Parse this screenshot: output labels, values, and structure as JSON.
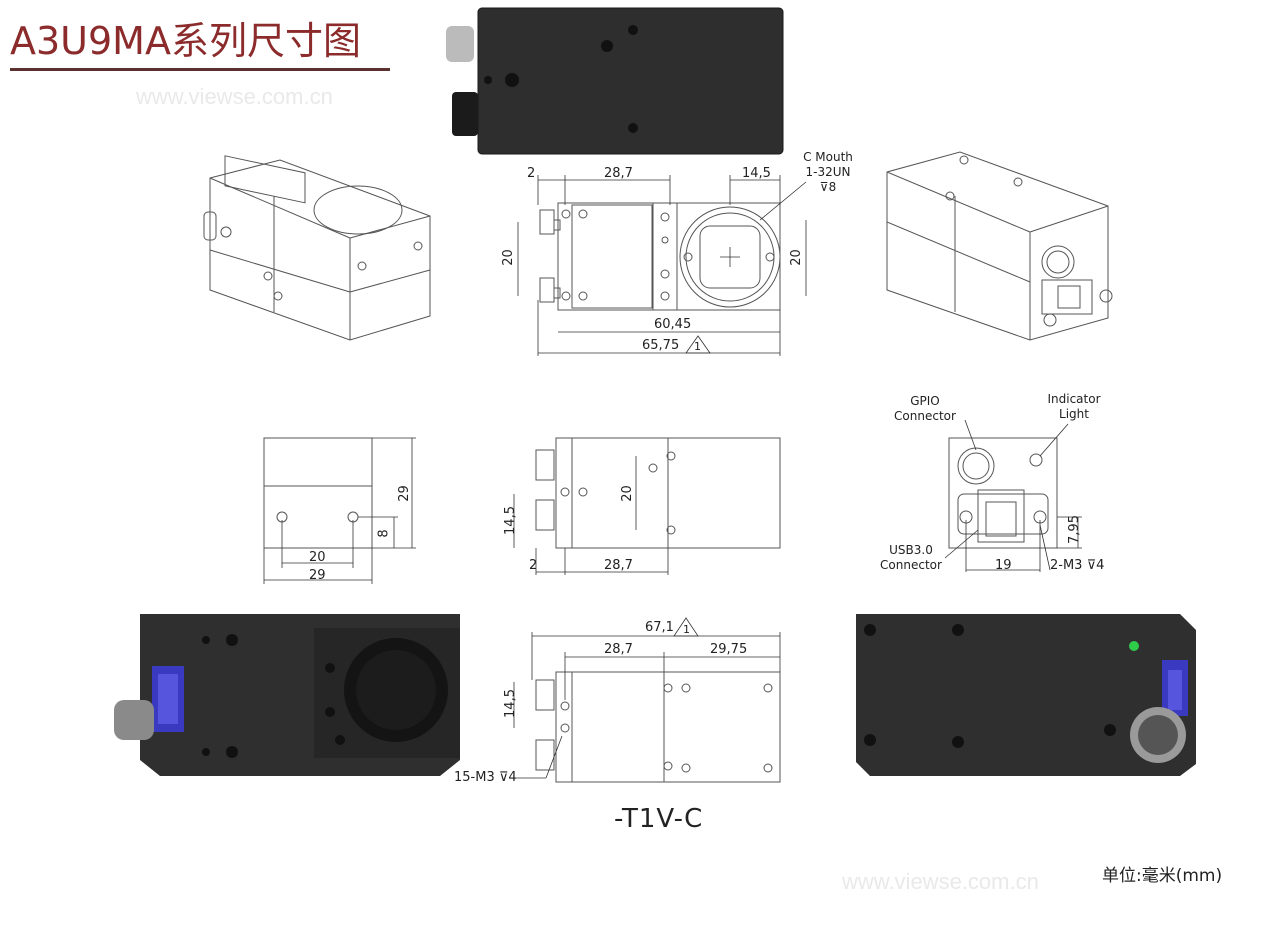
{
  "title": "A3U9MA系列尺寸图",
  "watermark": "www.viewse.com.cn",
  "model": "-T1V-C",
  "unit": "单位:毫米(mm)",
  "dims": {
    "d2": "2",
    "d28_7": "28,7",
    "d14_5": "14,5",
    "d20": "20",
    "d60_45": "60,45",
    "d65_75": "65,75",
    "d29": "29",
    "d8": "8",
    "d7_95": "7,95",
    "d19": "19",
    "d67_1": "67,1",
    "d29_75": "29,75",
    "datum": "1"
  },
  "callouts": {
    "c_mouth": "C Mouth",
    "thread": "1-32UN ⊽8",
    "gpio_1": "GPIO",
    "gpio_2": "Connector",
    "ind_1": "Indicator",
    "ind_2": "Light",
    "usb_1": "USB3.0",
    "usb_2": "Connector",
    "m3_2": "2-M3 ⊽4",
    "m3_15": "15-M3 ⊽4"
  },
  "colors": {
    "title": "#8b2b2b",
    "body_dark": "#2b2b2b",
    "usb_blue": "#3a3ac0"
  }
}
